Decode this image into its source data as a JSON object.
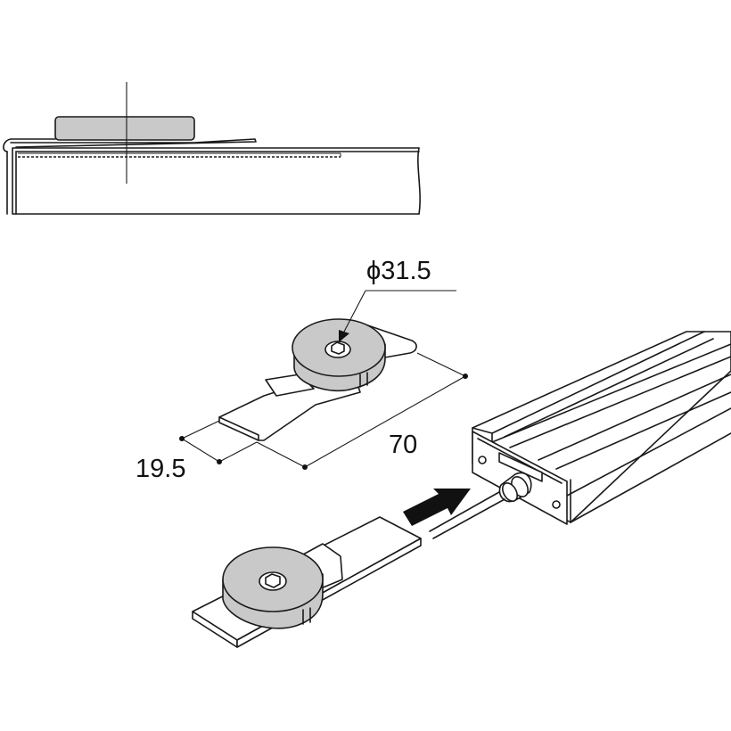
{
  "dimensions": {
    "diameter": "ϕ31.5",
    "length": "70",
    "width": "19.5"
  },
  "colors": {
    "line": "#1a1a1a",
    "magnet_fill": "#c9c9c9",
    "background": "#ffffff"
  },
  "icons": {
    "insert_direction": "arrow-right-icon"
  }
}
